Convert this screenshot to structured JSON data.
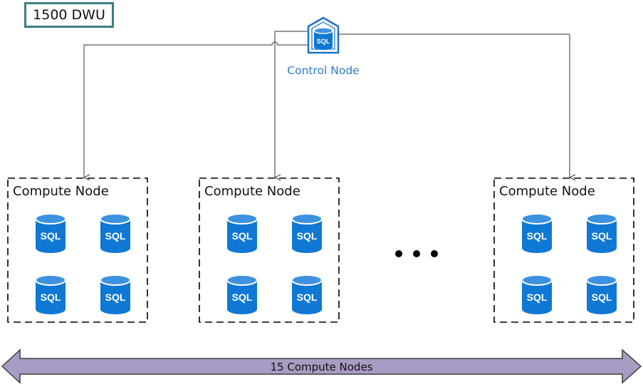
{
  "dwu_label": "1500 DWU",
  "control_node": {
    "label": "Control Node",
    "icon": "sql-server-icon",
    "icon_text": "SQL"
  },
  "compute_nodes": [
    {
      "label": "Compute Node",
      "databases": [
        "SQL",
        "SQL",
        "SQL",
        "SQL"
      ]
    },
    {
      "label": "Compute Node",
      "databases": [
        "SQL",
        "SQL",
        "SQL",
        "SQL"
      ]
    },
    {
      "label": "Compute Node",
      "databases": [
        "SQL",
        "SQL",
        "SQL",
        "SQL"
      ]
    }
  ],
  "span_label": "15 Compute Nodes",
  "colors": {
    "azure_blue": "#0f78d4",
    "label_blue": "#2b7cc9",
    "dwu_border": "#3a7f86",
    "arrow_fill": "#a89cc4",
    "arrow_stroke": "#3d3d3d",
    "connector": "#333333"
  }
}
